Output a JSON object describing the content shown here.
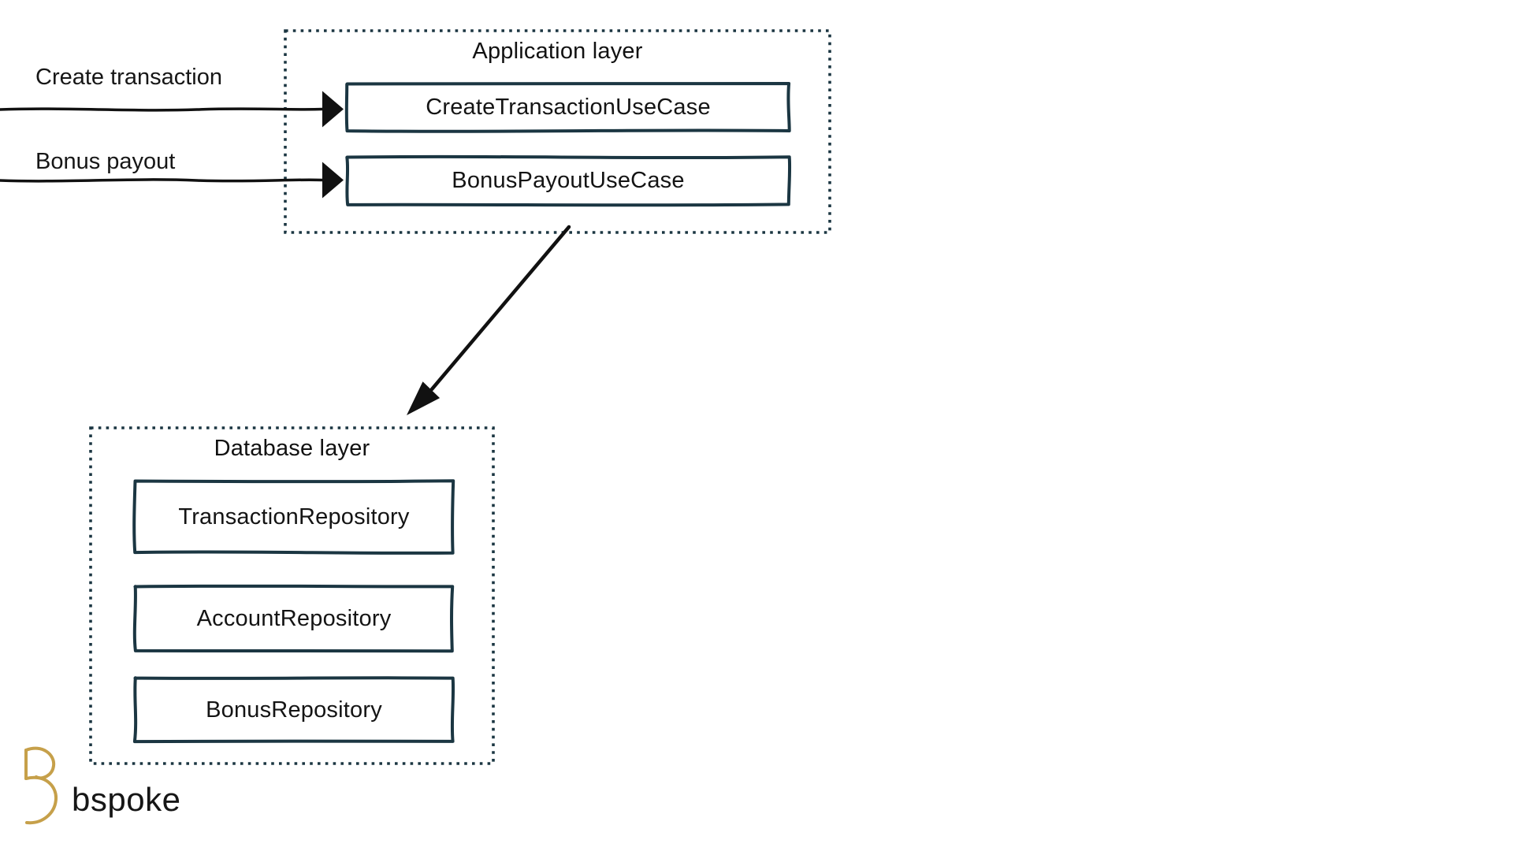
{
  "page": {
    "background_color": "#ffffff"
  },
  "colors": {
    "outline": "#1b3642",
    "arrow": "#111111",
    "text": "#141414",
    "logo_gold": "#c6a04a"
  },
  "diagram": {
    "inputs": [
      {
        "label": "Create transaction"
      },
      {
        "label": "Bonus payout"
      }
    ],
    "application_layer": {
      "title": "Application layer",
      "nodes": [
        {
          "label": "CreateTransactionUseCase"
        },
        {
          "label": "BonusPayoutUseCase"
        }
      ]
    },
    "database_layer": {
      "title": "Database layer",
      "nodes": [
        {
          "label": "TransactionRepository"
        },
        {
          "label": "AccountRepository"
        },
        {
          "label": "BonusRepository"
        }
      ]
    },
    "connector": {
      "from": "Application layer",
      "to": "Database layer"
    }
  },
  "branding": {
    "logo_text": "bspoke"
  }
}
